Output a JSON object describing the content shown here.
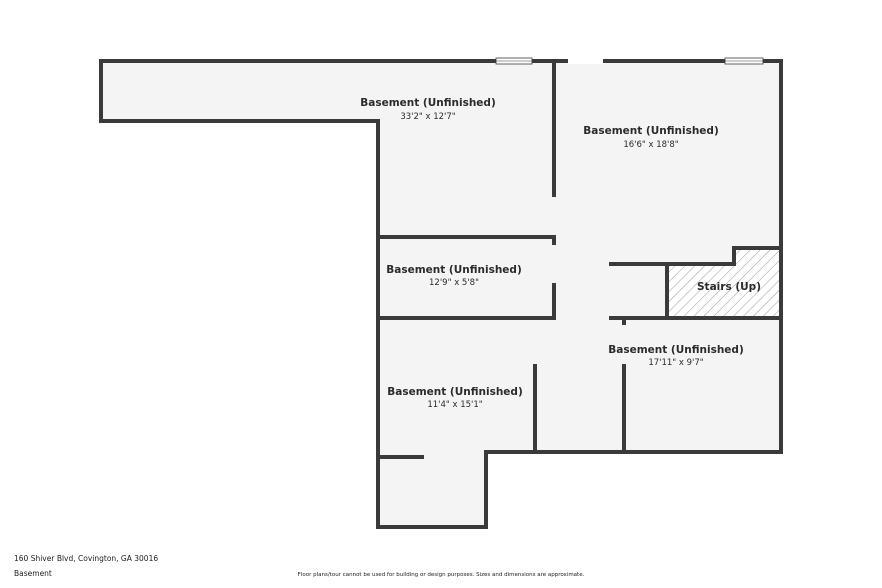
{
  "rooms": [
    {
      "id": "top-left",
      "name": "Basement (Unfinished)",
      "dims": "33'2\" x 12'7\""
    },
    {
      "id": "top-right",
      "name": "Basement (Unfinished)",
      "dims": "16'6\" x 18'8\""
    },
    {
      "id": "middle",
      "name": "Basement (Unfinished)",
      "dims": "12'9\" x 5'8\""
    },
    {
      "id": "bottom-left",
      "name": "Basement (Unfinished)",
      "dims": "11'4\" x 15'1\""
    },
    {
      "id": "bottom-right",
      "name": "Basement (Unfinished)",
      "dims": "17'11\" x 9'7\""
    }
  ],
  "stairs": {
    "label": "Stairs (Up)"
  },
  "footer": {
    "address": "160 Shiver Blvd, Covington, GA 30016",
    "level": "Basement",
    "disclaimer": "Floor plans/tour cannot be used for building or design purposes. Sizes and dimensions are approximate."
  },
  "colors": {
    "wall": "#3a3a3a",
    "floor": "#f4f4f4",
    "window": "#ffffff"
  }
}
